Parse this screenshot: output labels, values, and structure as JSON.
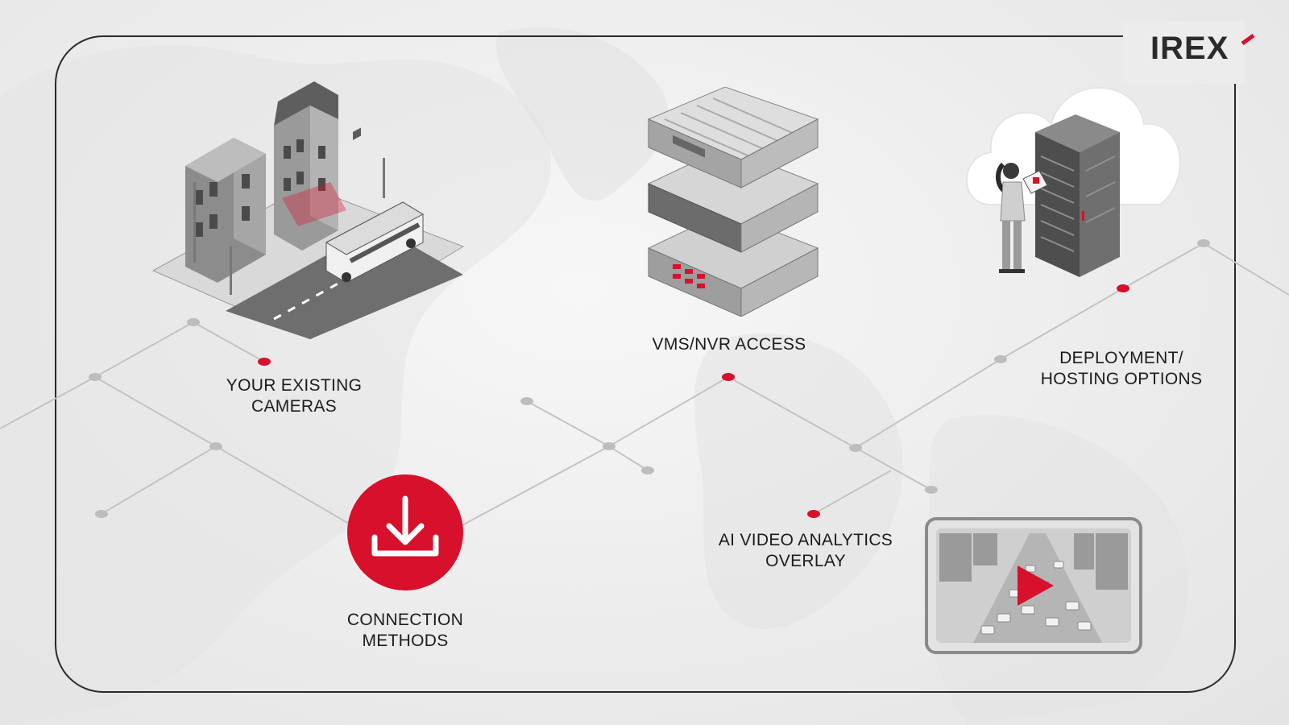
{
  "brand": {
    "logo_text": "IRE",
    "logo_x": "X"
  },
  "colors": {
    "accent": "#d7102b",
    "node": "#b8b8b8",
    "line": "#c2c2c2",
    "text": "#1c1c1c"
  },
  "nodes": {
    "cameras": {
      "line1": "YOUR EXISTING",
      "line2": "CAMERAS"
    },
    "vms": {
      "line1": "VMS/NVR ACCESS"
    },
    "deployment": {
      "line1": "DEPLOYMENT/",
      "line2": "HOSTING OPTIONS"
    },
    "connection": {
      "line1": "CONNECTION",
      "line2": "METHODS"
    },
    "analytics": {
      "line1": "AI VIDEO ANALYTICS",
      "line2": "OVERLAY"
    }
  },
  "icons": {
    "cameras": "city-street-illustration",
    "vms": "server-stack-illustration",
    "deployment": "cloud-server-rack-illustration",
    "connection": "download-icon",
    "analytics": "video-play-icon"
  }
}
